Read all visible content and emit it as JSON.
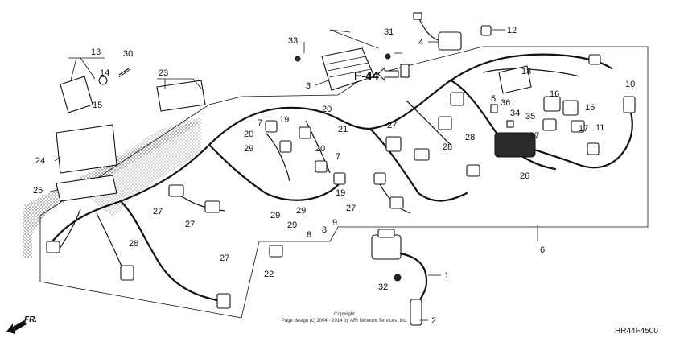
{
  "diagram": {
    "type": "exploded-parts-diagram",
    "code": "HR44F4500",
    "direction_label": "FR.",
    "reference_label": "F-44",
    "copyright_line1": "Copyright",
    "copyright_line2": "Page design (c) 2004 - 2014 by ARI Network Services, Inc.",
    "callouts": [
      "1",
      "2",
      "3",
      "4",
      "5",
      "6",
      "7",
      "7",
      "8",
      "8",
      "9",
      "10",
      "11",
      "12",
      "13",
      "14",
      "15",
      "16",
      "16",
      "17",
      "17",
      "18",
      "19",
      "19",
      "20",
      "20",
      "20",
      "21",
      "22",
      "23",
      "24",
      "25",
      "26",
      "27",
      "27",
      "27",
      "27",
      "27",
      "28",
      "28",
      "28",
      "29",
      "29",
      "29",
      "29",
      "30",
      "31",
      "32",
      "33",
      "34",
      "35",
      "36"
    ]
  }
}
